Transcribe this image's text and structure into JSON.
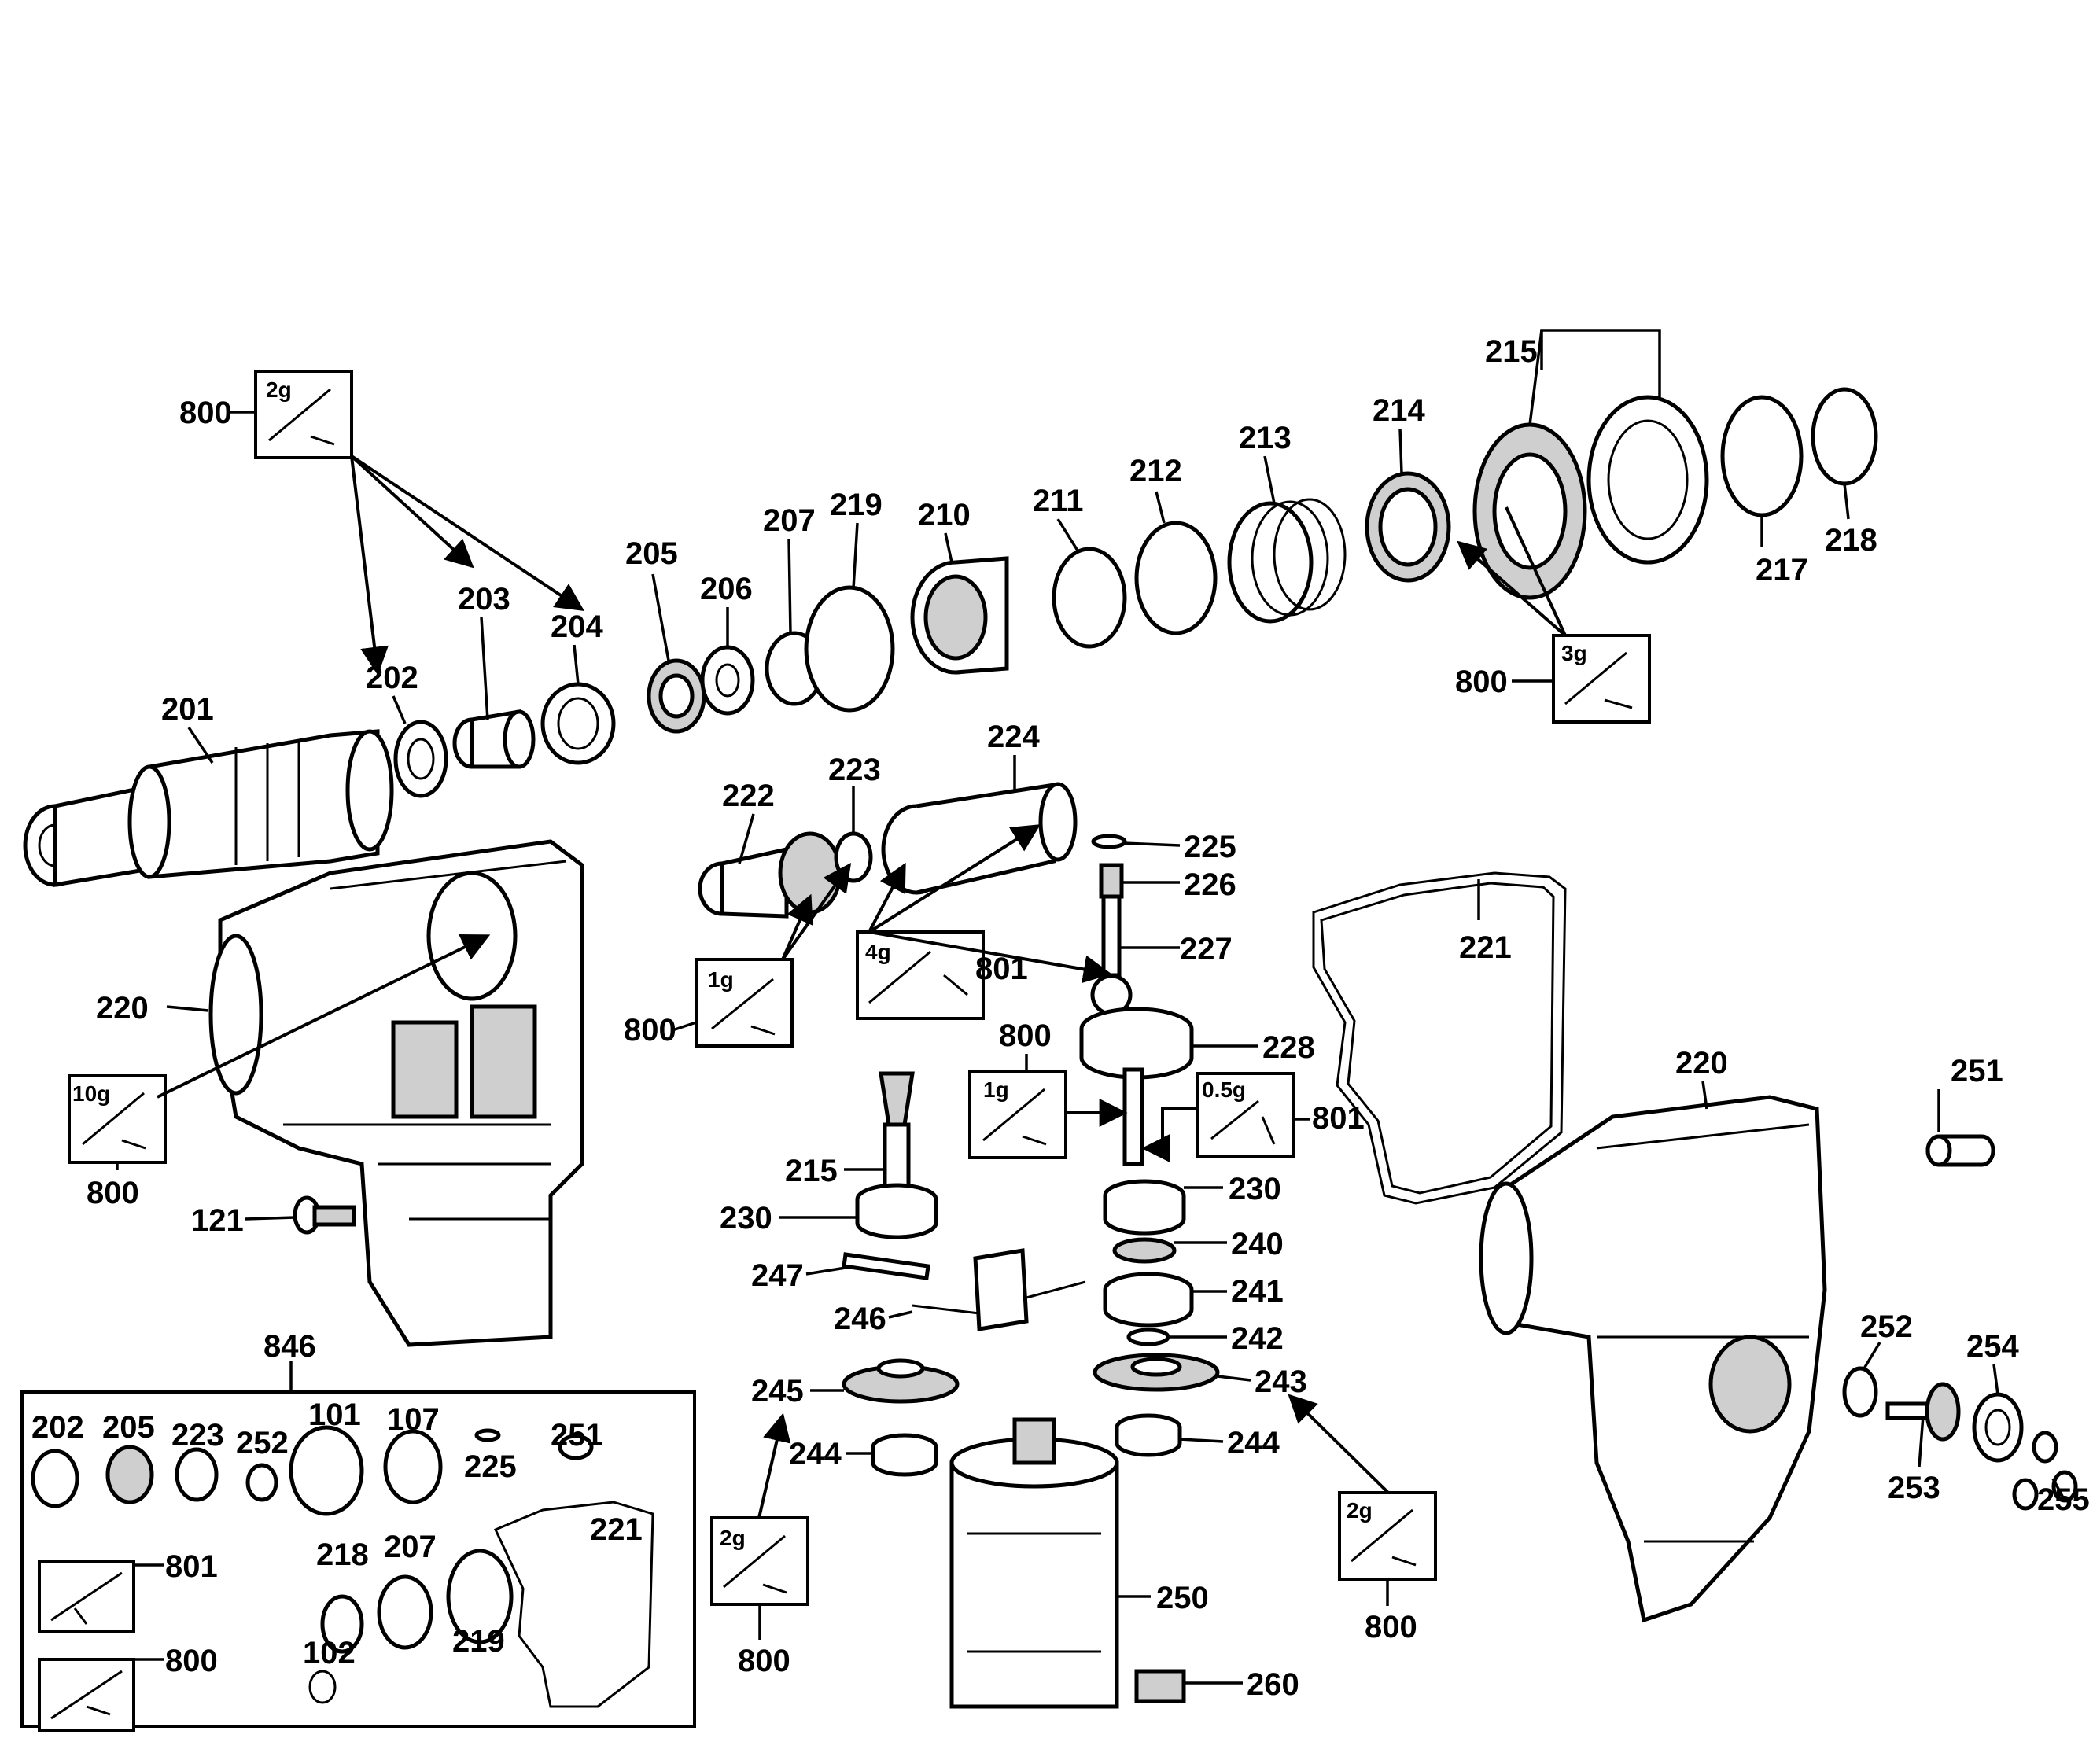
{
  "callouts": [
    {
      "id": "c800a",
      "text": "800"
    },
    {
      "id": "c201",
      "text": "201"
    },
    {
      "id": "c202",
      "text": "202"
    },
    {
      "id": "c203",
      "text": "203"
    },
    {
      "id": "c204",
      "text": "204"
    },
    {
      "id": "c205",
      "text": "205"
    },
    {
      "id": "c206",
      "text": "206"
    },
    {
      "id": "c207",
      "text": "207"
    },
    {
      "id": "c219",
      "text": "219"
    },
    {
      "id": "c210",
      "text": "210"
    },
    {
      "id": "c211",
      "text": "211"
    },
    {
      "id": "c212",
      "text": "212"
    },
    {
      "id": "c213",
      "text": "213"
    },
    {
      "id": "c214",
      "text": "214"
    },
    {
      "id": "c215a",
      "text": "215"
    },
    {
      "id": "c217",
      "text": "217"
    },
    {
      "id": "c218",
      "text": "218"
    },
    {
      "id": "c800b",
      "text": "800"
    },
    {
      "id": "c222",
      "text": "222"
    },
    {
      "id": "c223",
      "text": "223"
    },
    {
      "id": "c224",
      "text": "224"
    },
    {
      "id": "c225",
      "text": "225"
    },
    {
      "id": "c226",
      "text": "226"
    },
    {
      "id": "c227",
      "text": "227"
    },
    {
      "id": "c221",
      "text": "221"
    },
    {
      "id": "c220a",
      "text": "220"
    },
    {
      "id": "c800c",
      "text": "800"
    },
    {
      "id": "c801a",
      "text": "801"
    },
    {
      "id": "c800d",
      "text": "800"
    },
    {
      "id": "c228",
      "text": "228"
    },
    {
      "id": "c801b",
      "text": "801"
    },
    {
      "id": "c800e",
      "text": "800"
    },
    {
      "id": "c220b",
      "text": "220"
    },
    {
      "id": "c251a",
      "text": "251"
    },
    {
      "id": "c215b",
      "text": "215"
    },
    {
      "id": "c230a",
      "text": "230"
    },
    {
      "id": "c230b",
      "text": "230"
    },
    {
      "id": "c121",
      "text": "121"
    },
    {
      "id": "c240",
      "text": "240"
    },
    {
      "id": "c247",
      "text": "247"
    },
    {
      "id": "c241",
      "text": "241"
    },
    {
      "id": "c246",
      "text": "246"
    },
    {
      "id": "c242",
      "text": "242"
    },
    {
      "id": "c846",
      "text": "846"
    },
    {
      "id": "c245",
      "text": "245"
    },
    {
      "id": "c243",
      "text": "243"
    },
    {
      "id": "c252a",
      "text": "252"
    },
    {
      "id": "c254",
      "text": "254"
    },
    {
      "id": "c244a",
      "text": "244"
    },
    {
      "id": "c244b",
      "text": "244"
    },
    {
      "id": "c253",
      "text": "253"
    },
    {
      "id": "c255",
      "text": "255"
    },
    {
      "id": "c250",
      "text": "250"
    },
    {
      "id": "c800f",
      "text": "800"
    },
    {
      "id": "c800g",
      "text": "800"
    },
    {
      "id": "c260",
      "text": "260"
    },
    {
      "id": "k202",
      "text": "202"
    },
    {
      "id": "k205",
      "text": "205"
    },
    {
      "id": "k223",
      "text": "223"
    },
    {
      "id": "k252",
      "text": "252"
    },
    {
      "id": "k101",
      "text": "101"
    },
    {
      "id": "k107",
      "text": "107"
    },
    {
      "id": "k225",
      "text": "225"
    },
    {
      "id": "k251",
      "text": "251"
    },
    {
      "id": "k221",
      "text": "221"
    },
    {
      "id": "k801",
      "text": "801"
    },
    {
      "id": "k218",
      "text": "218"
    },
    {
      "id": "k207",
      "text": "207"
    },
    {
      "id": "k219",
      "text": "219"
    },
    {
      "id": "k800",
      "text": "800"
    },
    {
      "id": "k102",
      "text": "102"
    }
  ],
  "grease_boxes": [
    {
      "id": "g1",
      "amount": "2g"
    },
    {
      "id": "g2",
      "amount": "3g"
    },
    {
      "id": "g3",
      "amount": "1g"
    },
    {
      "id": "g4",
      "amount": "4g"
    },
    {
      "id": "g5",
      "amount": "10g"
    },
    {
      "id": "g6",
      "amount": "1g"
    },
    {
      "id": "g7",
      "amount": "0.5g"
    },
    {
      "id": "g8",
      "amount": "2g"
    },
    {
      "id": "g9",
      "amount": "2g"
    }
  ]
}
